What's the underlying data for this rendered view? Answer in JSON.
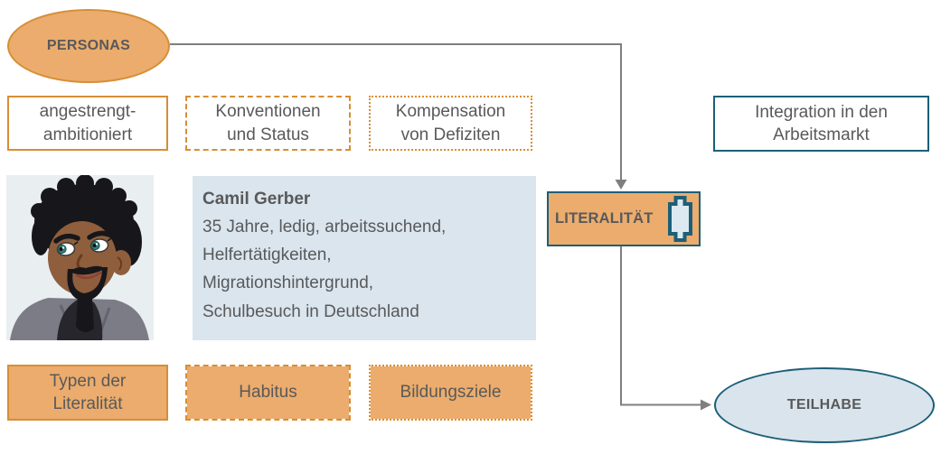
{
  "colors": {
    "orange_fill": "#EBAC6D",
    "orange_border": "#D78E35",
    "teal": "#1D5F78",
    "card_blue": "#DAE5EE",
    "ellipse_blue": "#D9E4EC",
    "text_gray": "#595959",
    "arrow_gray": "#7F7F7F",
    "avatar_bg": "#E9EEF1",
    "icon_fill": "#DCE9F0"
  },
  "nodes": {
    "personas": {
      "label": "PERSONAS"
    },
    "integration": {
      "label": "Integration in den\nArbeitsmarkt"
    },
    "literality": {
      "label": "LITERALITÄT",
      "icon": "plaque-icon"
    },
    "teilhabe": {
      "label": "TEILHABE"
    }
  },
  "top_tags": [
    {
      "label": "angestrengt-\nambitioniert",
      "style": "solid"
    },
    {
      "label": "Konventionen\nund Status",
      "style": "dashed"
    },
    {
      "label": "Kompensation\nvon Defiziten",
      "style": "dotted"
    }
  ],
  "bottom_tags": [
    {
      "label": "Typen der\nLiteralität",
      "style": "solid"
    },
    {
      "label": "Habitus",
      "style": "dashed"
    },
    {
      "label": "Bildungsziele",
      "style": "dotted"
    }
  ],
  "persona_card": {
    "name": "Camil Gerber",
    "details": "35 Jahre, ledig, arbeitssuchend,\nHelfertätigkeiten,\nMigrationshintergrund,\nSchulbesuch in Deutschland"
  },
  "avatar": {
    "icon": "male-persona-avatar"
  }
}
